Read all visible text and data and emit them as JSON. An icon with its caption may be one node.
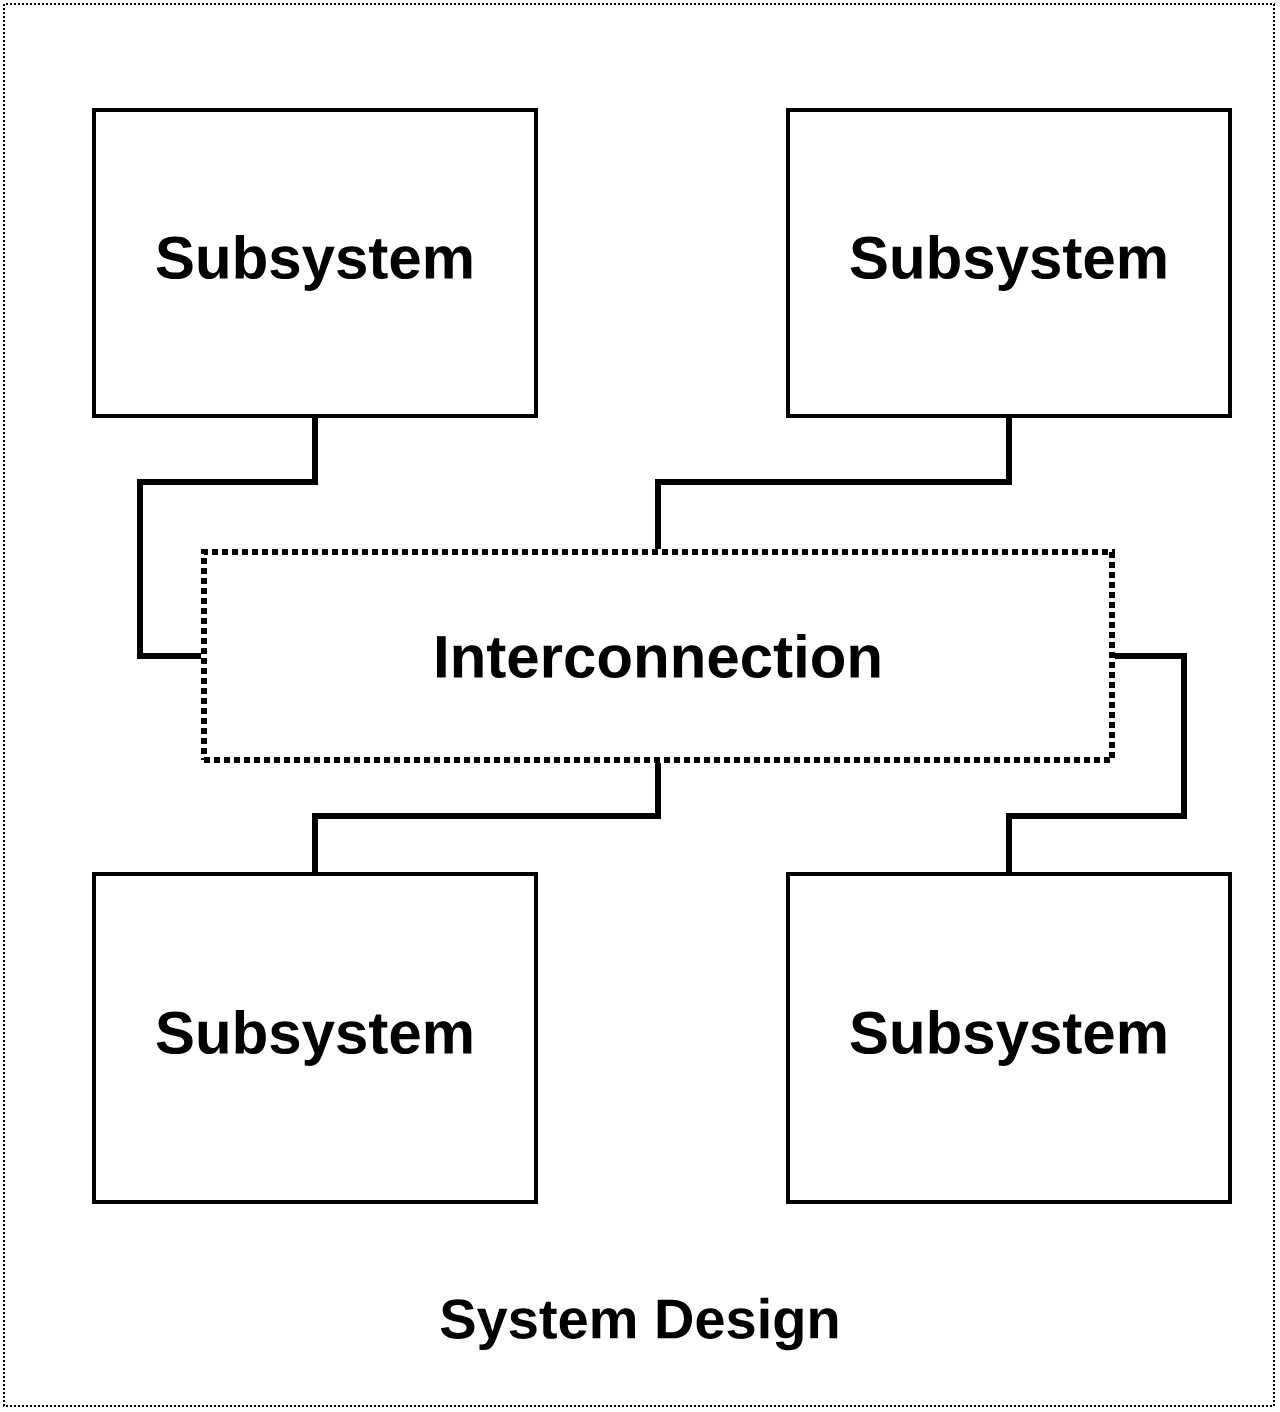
{
  "diagram": {
    "nodes": [
      {
        "text": [
          "System Design"
        ]
      },
      {
        "text": [
          "Subsystem"
        ],
        "in": 0
      },
      {
        "text": [
          "Subsystem"
        ],
        "in": 0
      },
      {
        "text": [
          "Interconnection"
        ],
        "in": 0
      },
      {
        "text": [
          "Subsystem"
        ],
        "in": 0
      },
      {
        "text": [
          "Subsystem"
        ],
        "in": 0
      }
    ],
    "edges": [
      {
        "from": 1,
        "to": 3,
        "arrow": "none"
      },
      {
        "from": 2,
        "to": 3,
        "arrow": "none"
      },
      {
        "from": 4,
        "to": 3,
        "arrow": "none"
      },
      {
        "from": 5,
        "to": 3,
        "arrow": "none"
      }
    ]
  }
}
